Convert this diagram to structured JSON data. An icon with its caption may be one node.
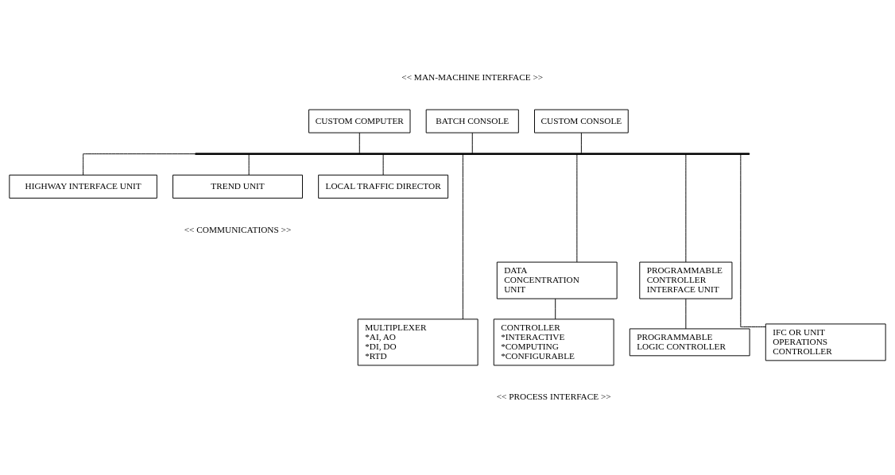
{
  "diagram": {
    "nodes": [
      {
        "text": [
          "CUSTOM COMPUTER"
        ]
      },
      {
        "text": [
          "BATCH CONSOLE"
        ]
      },
      {
        "text": [
          "CUSTOM CONSOLE"
        ]
      },
      {
        "text": [
          "HIGHWAY INTERFACE UNIT"
        ]
      },
      {
        "text": [
          "TREND UNIT"
        ]
      },
      {
        "text": [
          "LOCAL TRAFFIC DIRECTOR"
        ]
      },
      {
        "text": [],
        "shape": "bar"
      },
      {
        "text": [
          "DATA CONCENTRATION UNIT"
        ]
      },
      {
        "text": [
          "PROGRAMMABLE CONTROLLER INTERFACE UNIT"
        ]
      },
      {
        "text": [
          "MULTIPLEXER",
          "*AI, AO",
          "*DI, DO",
          "*RTD"
        ]
      },
      {
        "text": [
          "CONTROLLER",
          "*INTERACTIVE",
          "*COMPUTING",
          "*CONFIGURABLE"
        ]
      },
      {
        "text": [
          "PROGRAMMABLE LOGIC CONTROLLER"
        ]
      },
      {
        "text": [
          "IFC OR UNIT OPERATIONS CONTROLLER"
        ]
      }
    ],
    "edges": [
      {
        "from": 0,
        "to": 6,
        "arrow": "none"
      },
      {
        "from": 1,
        "to": 6,
        "arrow": "none"
      },
      {
        "from": 2,
        "to": 6,
        "arrow": "none"
      },
      {
        "from": 6,
        "to": 3,
        "arrow": "none"
      },
      {
        "from": 6,
        "to": 4,
        "arrow": "none"
      },
      {
        "from": 6,
        "to": 5,
        "arrow": "none"
      },
      {
        "from": 6,
        "to": 9,
        "arrow": "none"
      },
      {
        "from": 6,
        "to": 7,
        "arrow": "none"
      },
      {
        "from": 6,
        "to": 8,
        "arrow": "none"
      },
      {
        "from": 6,
        "to": 12,
        "arrow": "none"
      },
      {
        "from": 7,
        "to": 10,
        "arrow": "none"
      },
      {
        "from": 8,
        "to": 11,
        "arrow": "none"
      }
    ],
    "labels": [
      "<< MAN-MACHINE INTERFACE >>",
      "<< COMMUNICATIONS >>",
      "<< PROCESS INTERFACE >>"
    ]
  }
}
